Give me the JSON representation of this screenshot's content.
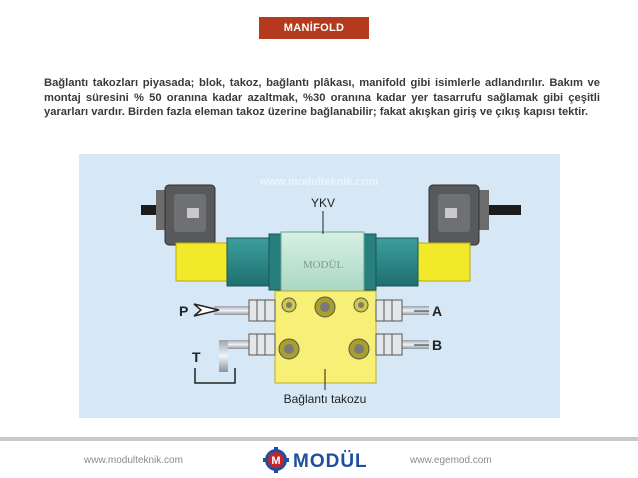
{
  "title": "MANİFOLD",
  "body_text": "Bağlantı takozları piyasada; blok, takoz, bağlantı plâkası, manifold gibi isimlerle adlandırılır. Bakım ve montaj süresini % 50 oranına kadar azaltmak, %30 oranına kadar yer tasarrufu sağlamak gibi çeşitli yararları vardır. Birden fazla eleman takoz üzerine bağlanabilir; fakat akışkan giriş ve çıkış kapısı tektir.",
  "diagram": {
    "watermark": "www.modulteknik.com",
    "valve_label": "YKV",
    "brand_plate": "MODÜL",
    "port_p": "P",
    "port_t": "T",
    "port_a": "A",
    "port_b": "B",
    "block_label": "Bağlantı takozu"
  },
  "footer": {
    "left_url": "www.modulteknik.com",
    "right_url": "www.egemod.com",
    "logo_letter": "M",
    "logo_text": "MODÜL"
  },
  "colors": {
    "title_bg": "#b5391d",
    "diagram_bg": "#d6e8f6",
    "solenoid_yellow": "#f2e92a",
    "valve_teal": "#2d8b8b",
    "block_yellow": "#f7ef76",
    "logo_blue": "#1d4f9e",
    "logo_red": "#c4262e"
  }
}
